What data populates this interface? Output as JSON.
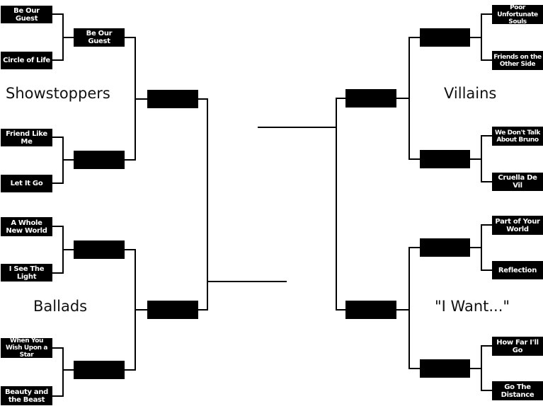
{
  "regions": {
    "showstoppers": "Showstoppers",
    "ballads": "Ballads",
    "villains": "Villains",
    "i_want": "\"I Want...\""
  },
  "left": {
    "showstoppers": {
      "round1": [
        "Be Our Guest",
        "Circle of Life",
        "Friend Like Me",
        "Let It Go"
      ],
      "round2": [
        "Be Our Guest",
        ""
      ],
      "round3": [
        ""
      ]
    },
    "ballads": {
      "round1": [
        "A Whole New World",
        "I See The Light",
        "When You Wish Upon a Star",
        "Beauty and the Beast"
      ],
      "round2": [
        "",
        ""
      ],
      "round3": [
        ""
      ]
    }
  },
  "right": {
    "villains": {
      "round1": [
        "Poor Unfortunate Souls",
        "Friends on the Other Side",
        "We Don't Talk About Bruno",
        "Cruella De Vil"
      ],
      "round2": [
        "",
        ""
      ],
      "round3": [
        ""
      ]
    },
    "i_want": {
      "round1": [
        "Part of Your World",
        "Reflection",
        "How Far I'll Go",
        "Go The Distance"
      ],
      "round2": [
        "",
        ""
      ],
      "round3": [
        ""
      ]
    }
  }
}
